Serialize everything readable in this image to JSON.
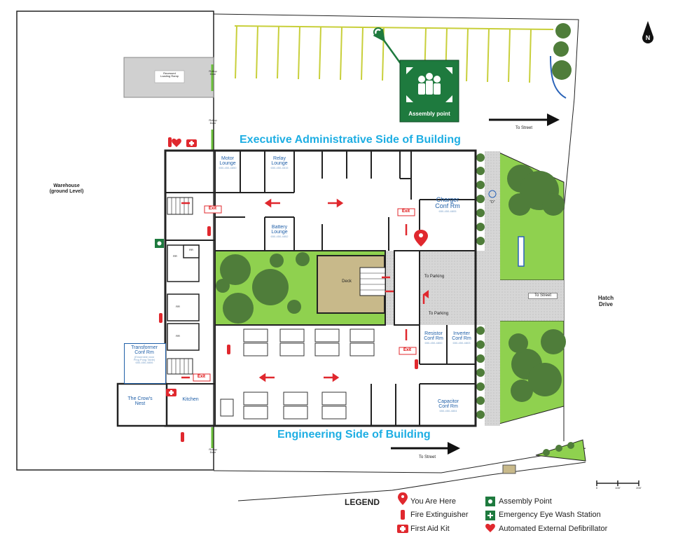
{
  "headings": {
    "executive": "Executive Administrative Side of Building",
    "engineering": "Engineering Side of Building"
  },
  "areas": {
    "warehouse": "Warehouse\n(ground Level)",
    "recessed_ramp": "Recessed\nLoading Ramp",
    "rollup_door_top": "Rollup\nDoor",
    "rollup_door_mid": "Rollup\nDoor",
    "rollup_door_bottom": "Rollup\nDoor",
    "hatch_drive": "Hatch\nDrive",
    "deck": "Deck",
    "d_marker": "\"D\""
  },
  "rooms": {
    "motor": {
      "name": "Motor\nLounge",
      "phone": "650-450-4850"
    },
    "relay": {
      "name": "Relay\nLounge",
      "phone": "650-450-4815"
    },
    "battery": {
      "name": "Battery\nLounge",
      "phone": "650-450-4852"
    },
    "charger": {
      "name": "Charger\nConf Rm",
      "phone": "650-450-4805"
    },
    "resistor": {
      "name": "Resistor\nConf Rm",
      "phone": "650-450-4800"
    },
    "inverter": {
      "name": "Inverter\nConf Rm",
      "phone": "650-450-4803"
    },
    "capacitor": {
      "name": "Capacitor\nConf Rm",
      "phone": "650-450-4804"
    },
    "transformer": {
      "name": "Transformer\nConf Rm",
      "note": "(Ensemble near\nPing Pong Table)",
      "phone": "650-450-4806"
    },
    "crows_nest": {
      "name": "The Crow's\nNest"
    },
    "kitchen": {
      "name": "Kitchen"
    }
  },
  "restrooms": [
    "RR",
    "RR",
    "RR",
    "RR"
  ],
  "signs": {
    "exit": "Exit"
  },
  "directions": {
    "to_street_top": "To Street",
    "to_street_mid": "To Street",
    "to_street_bottom": "To Street",
    "to_parking_top": "To Parking",
    "to_parking_bottom": "To Parking"
  },
  "assembly_sign": "Assembly point",
  "scale": {
    "ticks": [
      "0",
      "100'",
      "200'"
    ]
  },
  "legend": {
    "title": "LEGEND",
    "items": [
      {
        "label": "You Are Here",
        "icon": "location-pin-icon"
      },
      {
        "label": "Fire Extinguisher",
        "icon": "fire-extinguisher-icon"
      },
      {
        "label": "First Aid Kit",
        "icon": "first-aid-kit-icon"
      },
      {
        "label": "Assembly Point",
        "icon": "assembly-point-icon"
      },
      {
        "label": "Emergency Eye Wash Station",
        "icon": "eye-wash-icon"
      },
      {
        "label": "Automated External Defibrillator",
        "icon": "aed-icon"
      }
    ]
  },
  "colors": {
    "green_area": "#8fd14f",
    "tree": "#4f7d3a",
    "deck": "#c8b98a",
    "walkway": "#d8d8d8",
    "heading": "#1eaee3",
    "room_text": "#1f5fa8",
    "alert_red": "#e0282e",
    "assembly_green": "#1e7a3e"
  }
}
